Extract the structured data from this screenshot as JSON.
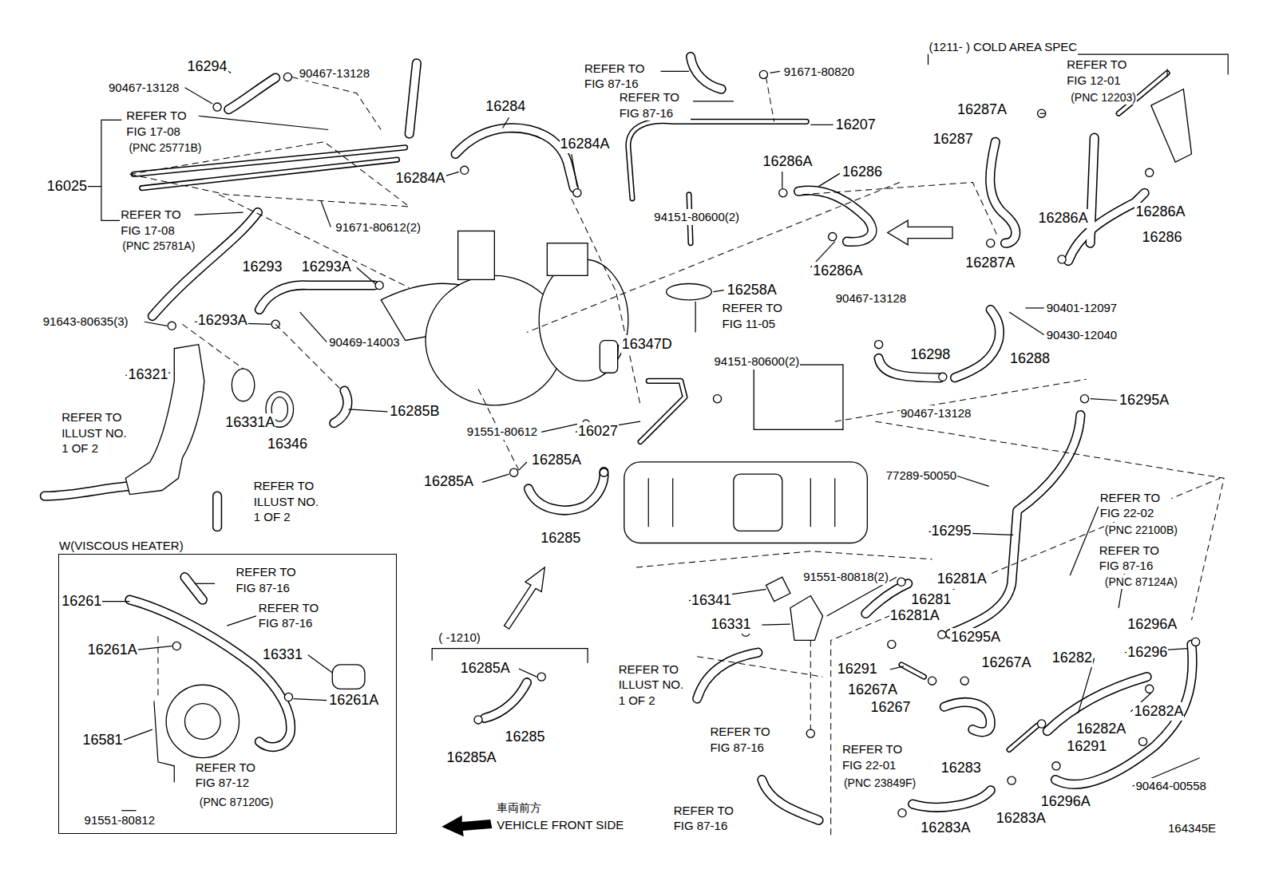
{
  "diagram": {
    "nodes": [
      {
        "text": [
          "W(VISCOUS HEATER)"
        ]
      }
    ],
    "labels": [
      "16294",
      "90467-13128",
      "90467-13128",
      "REFER TO FIG 17-08",
      "(PNC 25771B)",
      "16025",
      "REFER TO FIG 17-08",
      "(PNC 25781A)",
      "91671-80612(2)",
      "16284",
      "16284A",
      "16284A",
      "REFER TO FIG 87-16",
      "REFER TO FIG 87-16",
      "91671-80820",
      "16207",
      "16286A",
      "16286",
      "94151-80600(2)",
      "16293",
      "16293A",
      "16286A",
      "16258A",
      "REFER TO FIG 11-05",
      "91643-80635(3)",
      "16293A",
      "90469-14003",
      "16347D",
      "94151-80600(2)",
      "16321",
      "16285B",
      "REFER TO ILLUST NO. 1 OF 2",
      "16331A",
      "91551-80612",
      "16027",
      "16346",
      "16285A",
      "16285A",
      "REFER TO ILLUST NO. 1 OF 2",
      "16285",
      "(1211- ) COLD AREA SPEC",
      "REFER TO FIG 12-01",
      "(PNC 12203)",
      "16287A",
      "16287",
      "16286A",
      "16286A",
      "16286",
      "16287A",
      "90467-13128",
      "90401-12097",
      "90430-12040",
      "16298",
      "16288",
      "16295A",
      "90467-13128",
      "77289-50050",
      "REFER TO FIG 22-02",
      "(PNC 22100B)",
      "16295",
      "REFER TO FIG 87-16",
      "(PNC 87124A)",
      "91551-80818(2)",
      "16281A",
      "16341",
      "16281",
      "16331",
      "16281A",
      "16296A",
      "16295A",
      "16296",
      "16282",
      "16291",
      "16267A",
      "16267A",
      "16267",
      "16282A",
      "16282A",
      "16291",
      "REFER TO ILLUST NO. 1 OF 2",
      "REFER TO FIG 87-16",
      "REFER TO FIG 22-01",
      "(PNC 23849F)",
      "16283",
      "90464-00558",
      "16296A",
      "REFER TO FIG 87-16",
      "16283A",
      "16283A",
      "( -1210)",
      "16285A",
      "16285",
      "16285A",
      "車両前方",
      "VEHICLE FRONT SIDE",
      "164345E",
      "16261",
      "REFER TO FIG 87-16",
      "REFER TO FIG 87-16",
      "16261A",
      "16331",
      "16261A",
      "16581",
      "REFER TO FIG 87-12",
      "(PNC 87120G)",
      "91551-80812"
    ]
  }
}
